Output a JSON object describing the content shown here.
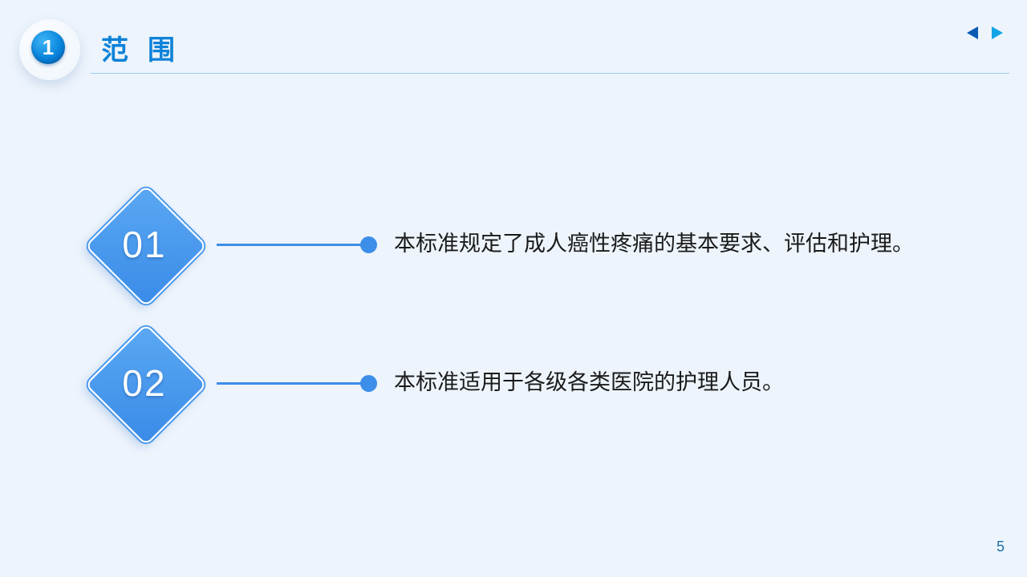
{
  "header": {
    "badge_number": "1",
    "title": "范围"
  },
  "nav": {
    "prev_icon": "triangle-left-icon",
    "next_icon": "triangle-right-icon",
    "prev_color": "#0b5bb5",
    "next_color": "#11a4e6"
  },
  "items": [
    {
      "number": "01",
      "text": "本标准规定了成人癌性疼痛的基本要求、评估和护理。"
    },
    {
      "number": "02",
      "text": "本标准适用于各级各类医院的护理人员。"
    }
  ],
  "colors": {
    "accent": "#0e82d8",
    "diamond": "#3a8be8",
    "connector": "#3d8ee8",
    "background": "#edf4fc"
  },
  "footer": {
    "page_number": "5"
  }
}
